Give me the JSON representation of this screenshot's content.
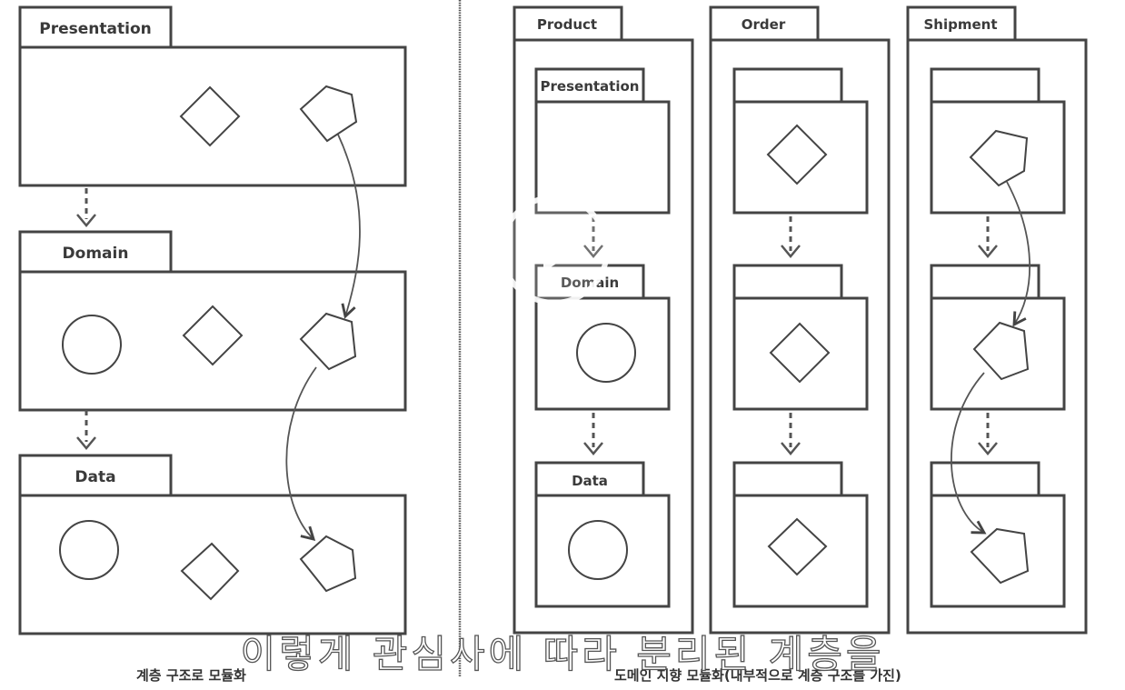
{
  "layered": {
    "packages": [
      {
        "name": "Presentation"
      },
      {
        "name": "Domain"
      },
      {
        "name": "Data"
      }
    ],
    "caption": "계층 구조로 모듈화"
  },
  "domain_oriented": {
    "modules": [
      {
        "name": "Product",
        "layers": [
          "Presentation",
          "Domain",
          "Data"
        ]
      },
      {
        "name": "Order",
        "layers": [
          "",
          "",
          ""
        ]
      },
      {
        "name": "Shipment",
        "layers": [
          "",
          "",
          ""
        ]
      }
    ],
    "caption": "도메인 지향 모듈화(내부적으로 계층 구조를 가진)"
  },
  "subtitle": "이렇게 관심사에 따라 분리된 계층을",
  "colors": {
    "stroke": "#444444",
    "background": "#ffffff",
    "play_overlay": "#ffffff"
  },
  "icons": [
    "diamond-shape",
    "pentagon-shape",
    "circle-shape",
    "play-icon",
    "down-arrow-icon"
  ]
}
